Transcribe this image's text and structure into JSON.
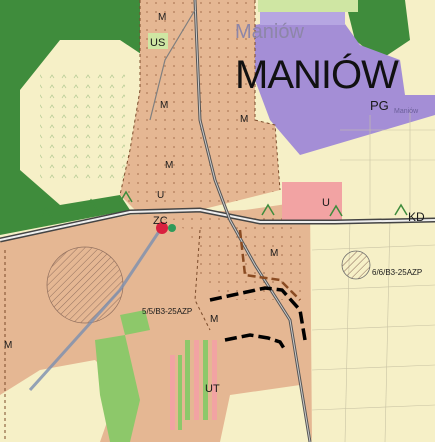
{
  "map": {
    "town_name": "MANIÓW",
    "town_name_ghost": "Maniów",
    "town_name_small": "Maniów",
    "zones": {
      "pg": "PG",
      "us": "US",
      "zc": "ZC",
      "ut": "UT",
      "u_center": "U",
      "u_east": "U",
      "kd": "KD"
    },
    "m_labels": [
      "M",
      "M",
      "M",
      "M",
      "M",
      "M",
      "M"
    ],
    "designations": {
      "west": "5/5/B3-25AZP",
      "east": "6/6/B3-25AZP"
    },
    "colors": {
      "residential": "#e5b793",
      "forest": "#3f8c3c",
      "meadow": "#f6f0c7",
      "industrial": "#a48ed6",
      "services": "#f2a3a3",
      "green": "#8dc86a",
      "road": "#7f7f7f",
      "boundary": "#000000"
    }
  }
}
